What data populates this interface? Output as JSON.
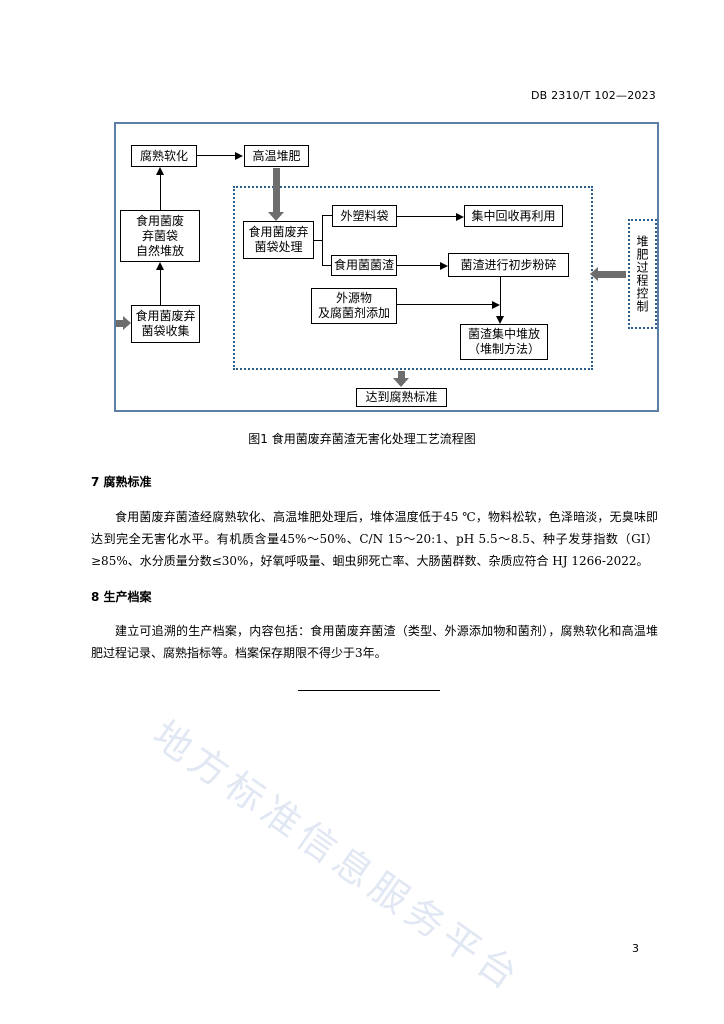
{
  "header": {
    "doc_code": "DB 2310/T 102—2023"
  },
  "flowchart": {
    "boxes": {
      "decomposition": "腐熟软化",
      "high_temp_compost": "高温堆肥",
      "natural_stacking": "食用菌废\n弃菌袋\n自然堆放",
      "bag_collection": "食用菌废弃\n菌袋收集",
      "bag_treatment": "食用菌废弃\n菌袋处理",
      "plastic_bag": "外塑料袋",
      "recycle": "集中回收再利用",
      "mushroom_residue": "食用菌菌渣",
      "preliminary_crush": "菌渣进行初步粉碎",
      "external_additive": "外源物\n及腐菌剂添加",
      "concentrated_stack": "菌渣集中堆放\n（堆制方法）",
      "maturity_standard": "达到腐熟标准",
      "process_control": "堆肥过程控制"
    }
  },
  "caption": "图1  食用菌废弃菌渣无害化处理工艺流程图",
  "section7": {
    "heading": "7   腐熟标准",
    "text": "食用菌废弃菌渣经腐熟软化、高温堆肥处理后，堆体温度低于45 ℃，物料松软，色泽暗淡，无臭味即达到完全无害化水平。有机质含量45%～50%、C/N 15～20:1、pH 5.5～8.5、种子发芽指数（GI）≥85%、水分质量分数≤30%，好氧呼吸量、蛔虫卵死亡率、大肠菌群数、杂质应符合 HJ 1266-2022。"
  },
  "section8": {
    "heading": "8   生产档案",
    "text": "建立可追溯的生产档案，内容包括：食用菌废弃菌渣（类型、外源添加物和菌剂），腐熟软化和高温堆肥过程记录、腐熟指标等。档案保存期限不得少于3年。"
  },
  "watermark": "地方标准信息服务平台",
  "page_number": "3"
}
